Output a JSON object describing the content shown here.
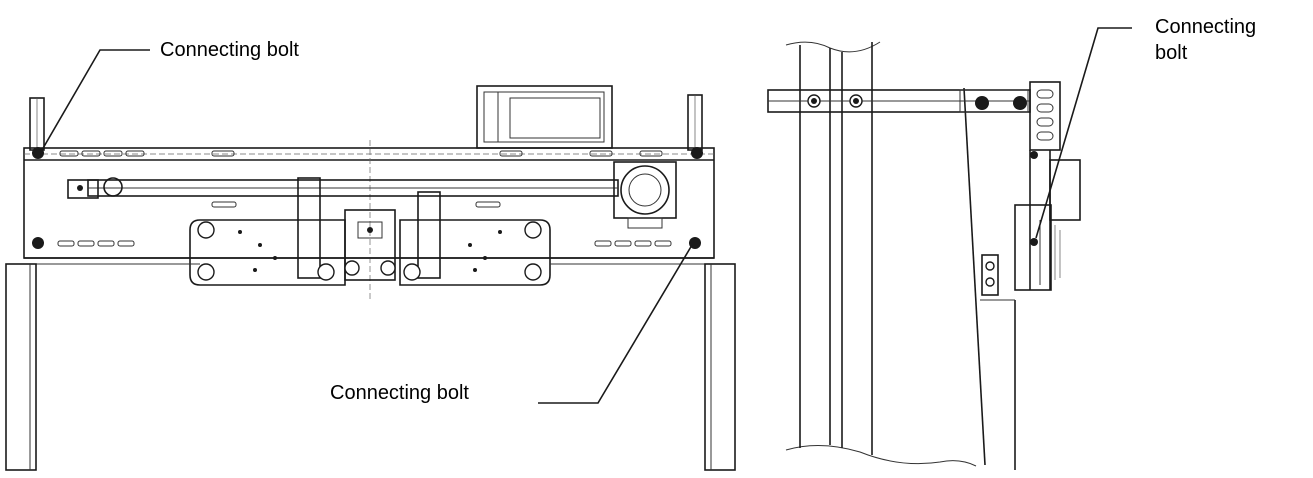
{
  "callouts": {
    "top_left": "Connecting bolt",
    "bottom_middle": "Connecting bolt",
    "top_right_line1": "Connecting",
    "top_right_line2": "bolt"
  }
}
